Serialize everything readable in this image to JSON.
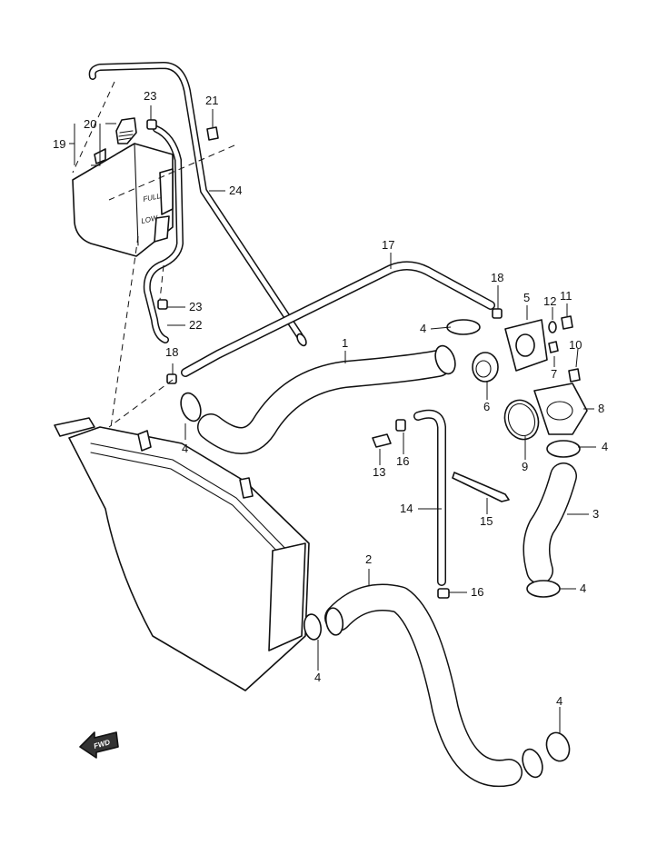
{
  "callouts": {
    "c1": "1",
    "c2": "2",
    "c3": "3",
    "c4": "4",
    "c5": "5",
    "c6": "6",
    "c7": "7",
    "c8": "8",
    "c9": "9",
    "c10": "10",
    "c11": "11",
    "c12": "12",
    "c13": "13",
    "c14": "14",
    "c15": "15",
    "c16": "16",
    "c17": "17",
    "c18": "18",
    "c19": "19",
    "c20": "20",
    "c21": "21",
    "c22": "22",
    "c23": "23",
    "c24": "24"
  },
  "tank_marks": {
    "full": "FULL",
    "low": "LOW"
  },
  "fwd_arrow": "FWD"
}
